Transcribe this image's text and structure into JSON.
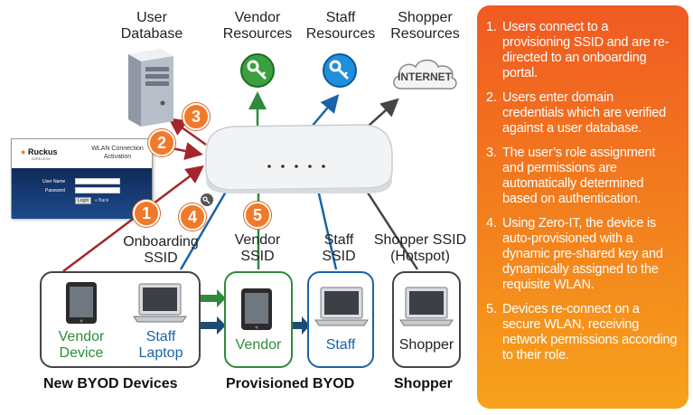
{
  "top_labels": {
    "user_database": [
      "User",
      "Database"
    ],
    "vendor_resources": [
      "Vendor",
      "Resources"
    ],
    "staff_resources": [
      "Staff",
      "Resources"
    ],
    "shopper_resources": [
      "Shopper",
      "Resources"
    ]
  },
  "internet_label": "INTERNET",
  "portal": {
    "logo": "Ruckus",
    "logo_sub": "WIRELESS",
    "title": [
      "WLAN Connection",
      "Activation"
    ],
    "user_name_label": "User Name",
    "password_label": "Password",
    "login_button": "Login",
    "back_link": "« Back"
  },
  "badges": [
    "1",
    "2",
    "3",
    "4",
    "5"
  ],
  "ssid_labels": {
    "onboarding": [
      "Onboarding",
      "SSID"
    ],
    "vendor": [
      "Vendor",
      "SSID"
    ],
    "staff": [
      "Staff",
      "SSID"
    ],
    "shopper": [
      "Shopper SSID",
      "(Hotspot)"
    ]
  },
  "devices": {
    "vendor_device": [
      "Vendor",
      "Device"
    ],
    "staff_laptop": [
      "Staff",
      "Laptop"
    ],
    "vendor": "Vendor",
    "staff": "Staff",
    "shopper": "Shopper"
  },
  "group_labels": {
    "new_byod": "New BYOD Devices",
    "provisioned": "Provisioned BYOD",
    "shopper": "Shopper"
  },
  "steps": [
    {
      "num": "1.",
      "text": "Users connect to a provisioning SSID and are re-directed to an onboarding portal."
    },
    {
      "num": "2.",
      "text": "Users enter domain credentials which are verified against a user database."
    },
    {
      "num": "3.",
      "text": "The user’s role assignment and permissions are automatically determined based on authentication."
    },
    {
      "num": "4.",
      "text": "Using Zero-IT, the device is auto-provisioned with a dynamic pre-shared key and dynamically assigned to the requisite WLAN."
    },
    {
      "num": "5.",
      "text": "Devices re-connect on a secure WLAN, receiving network permissions according to their role."
    }
  ],
  "colors": {
    "green": "#2e8b3a",
    "blue": "#1a63a8",
    "dark_red": "#a3262c",
    "orange_top": "#f05a22",
    "orange_bottom": "#f7a21b",
    "badge": "#f07a2a"
  }
}
